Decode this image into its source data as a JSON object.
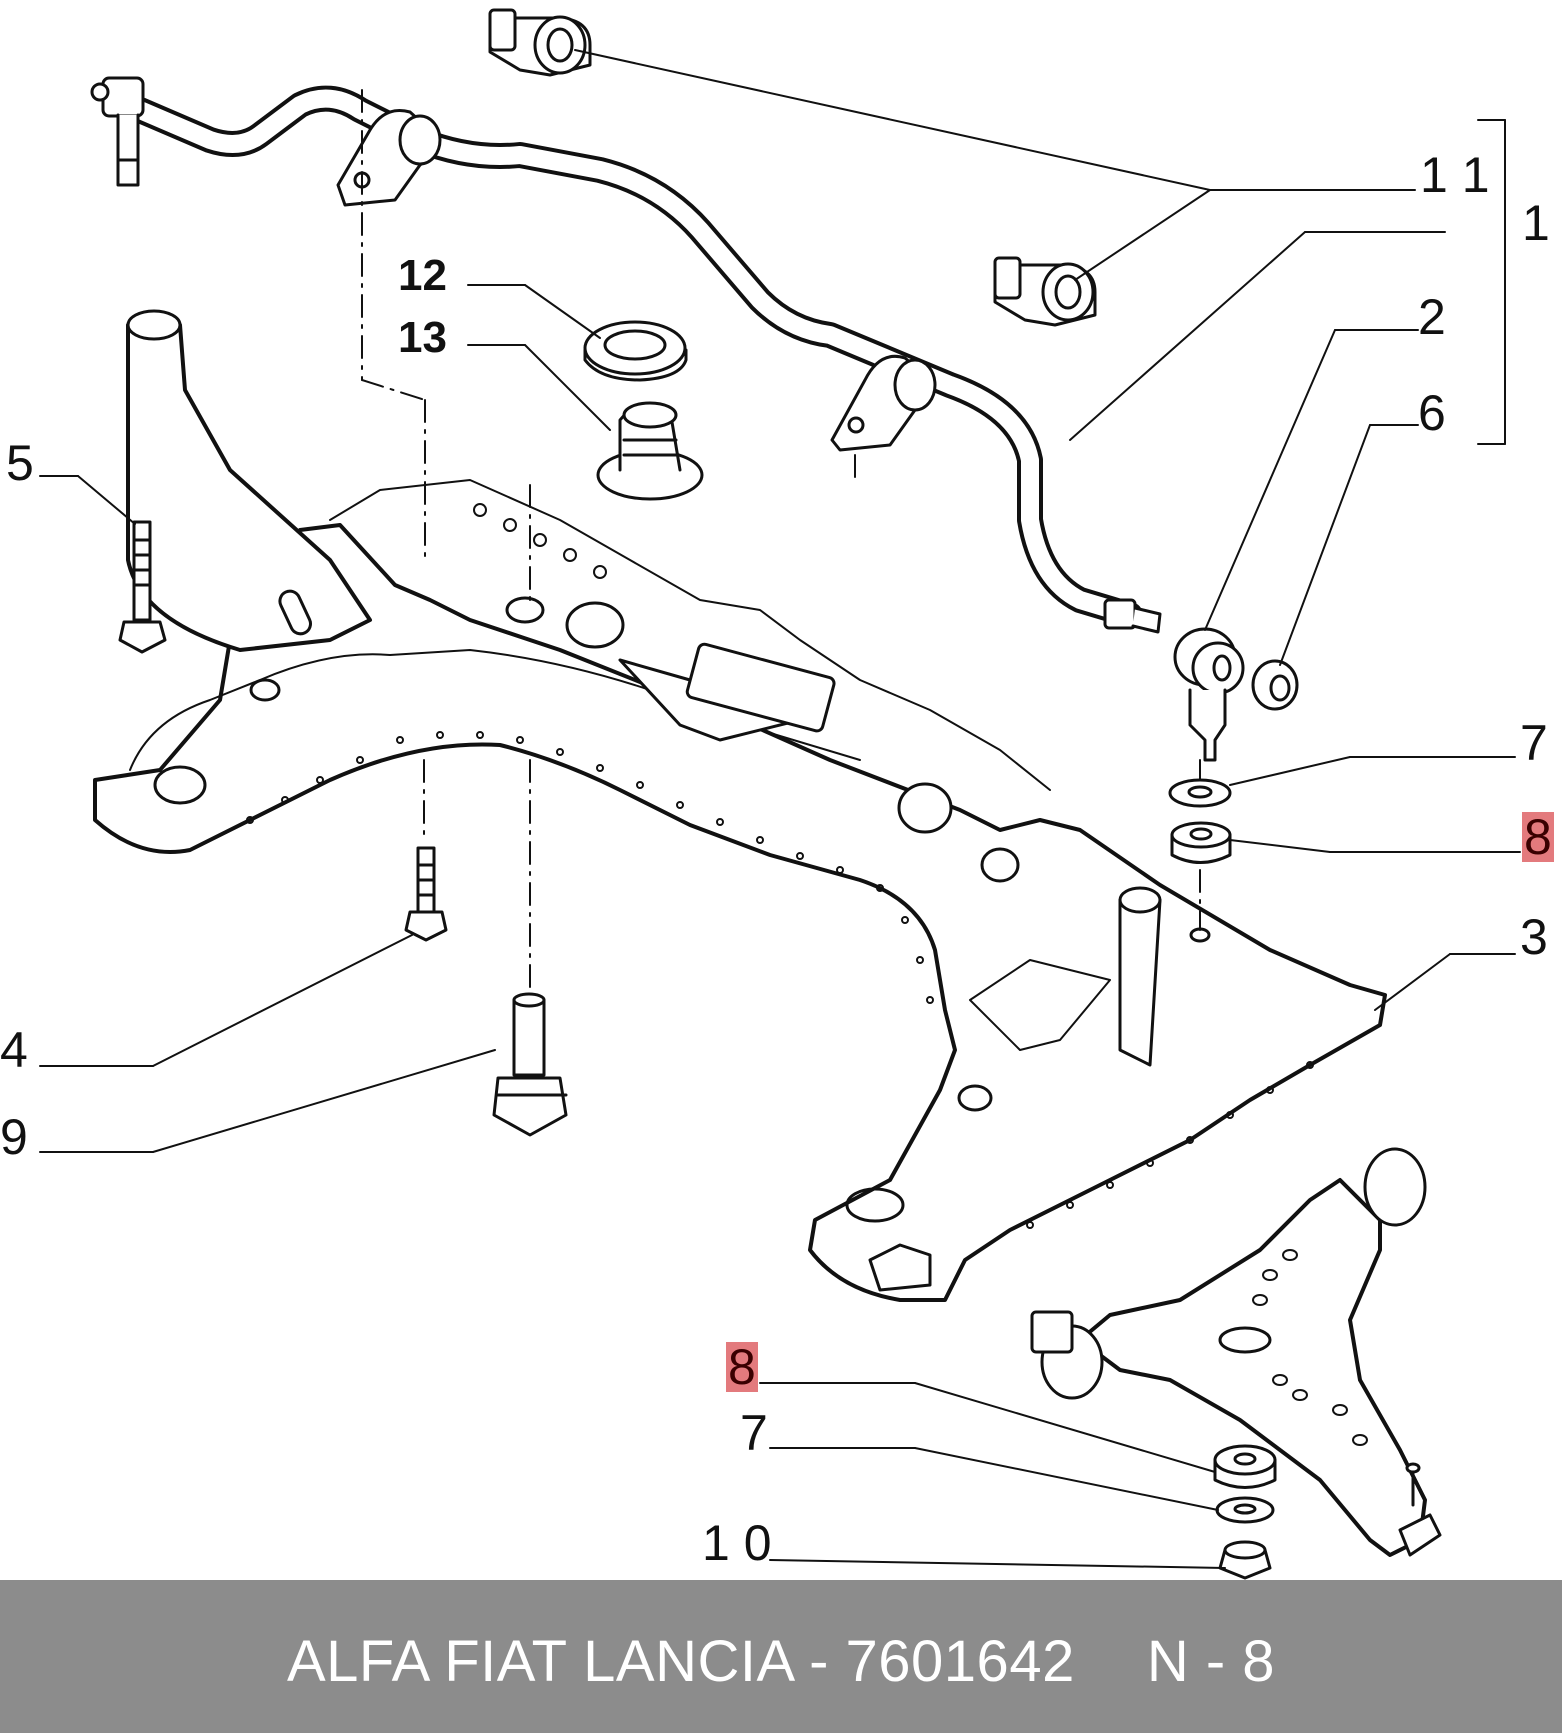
{
  "callouts": {
    "c11": "1 1",
    "c1": "1",
    "c12": "12",
    "c13": "13",
    "c2": "2",
    "c6": "6",
    "c5": "5",
    "c7a": "7",
    "c8a": "8",
    "c3": "3",
    "c4": "4",
    "c9": "9",
    "c8b": "8",
    "c7b": "7",
    "c10": "1 0"
  },
  "highlight_color": "#e37a7d",
  "footer": {
    "brand": "ALFA FIAT LANCIA - 7601642",
    "code": "N - 8",
    "background": "#8c8c8c"
  }
}
